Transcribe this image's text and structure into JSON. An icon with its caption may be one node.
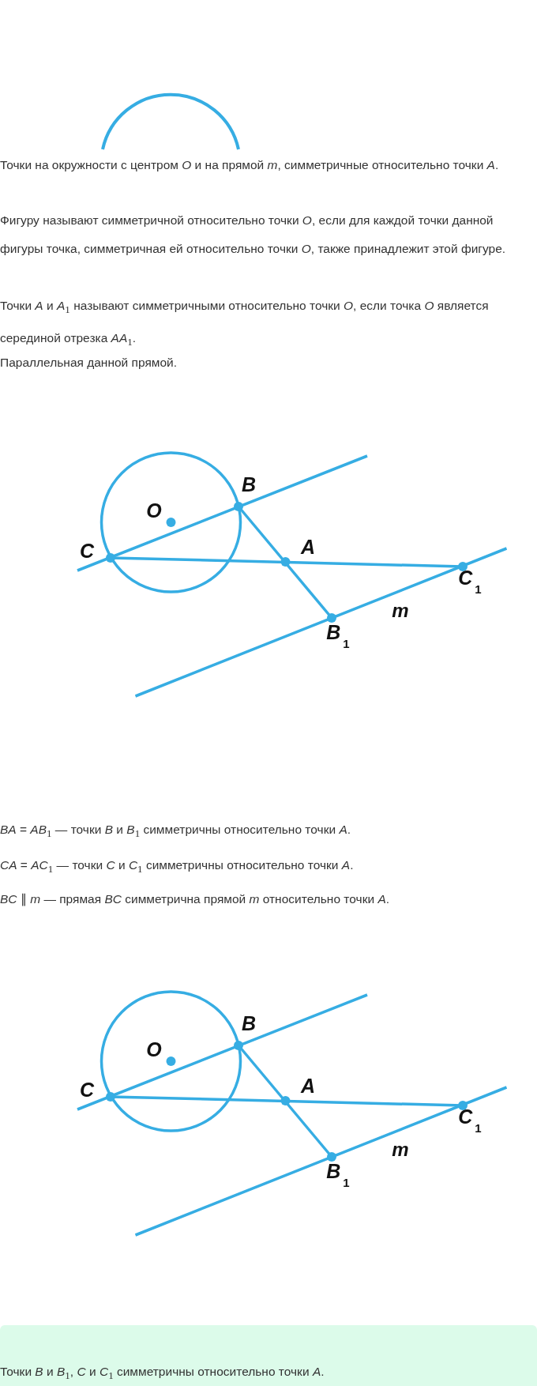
{
  "diagram": {
    "labels": [
      "Точки на окружности с центром *O* и на прямой *m*, симметричные относительно точки *A*.",
      "Фигуру называют симметричной относительно точки *O*, если для каждой точки данной фигуры точка, симметричная ей относительно точки *O*, также принадлежит этой фигуре.",
      "Точки *A* и *A*$_{1}$ называют симметричными относительно точки *O*, если точка *O* является серединой отрезка *AA*$_{1}$.",
      "Параллельная данной прямой.",
      "B",
      "O",
      "C",
      "A",
      "C$_{1}$",
      "m",
      "B$_{1}$",
      "*BA* = *AB*$_{1}$ — точки *B* и *B*$_{1}$ симметричны относительно точки *A*.",
      "*CA* = *AC*$_{1}$ — точки *C* и *C*$_{1}$ симметричны относительно точки *A*.",
      "*BC* ∥ *m* — прямая *BC* симметрична прямой *m* относительно точки *A*.",
      "B",
      "O",
      "C",
      "A",
      "C$_{1}$",
      "m",
      "B$_{1}$",
      "Точки *B* и *B*$_{1}$, *C* и *C*$_{1}$ симметричны относительно точки *A*."
    ]
  }
}
